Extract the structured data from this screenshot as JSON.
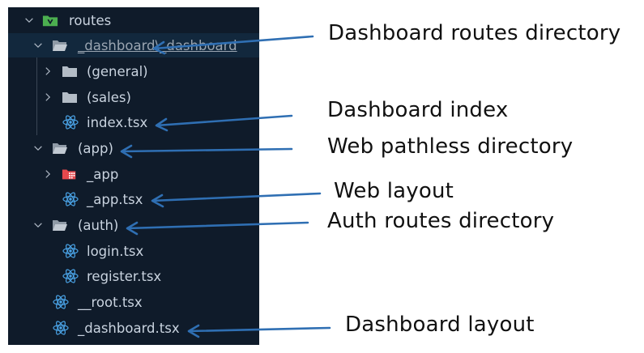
{
  "tree": {
    "routes": "routes",
    "dashboard_dir": "_dashboard\\_dashboard",
    "general": "(general)",
    "sales": "(sales)",
    "index_file": "index.tsx",
    "app_dir": "(app)",
    "app_sub": "_app",
    "app_file": "_app.tsx",
    "auth_dir": "(auth)",
    "login_file": "login.tsx",
    "register_file": "register.tsx",
    "root_file": "__root.tsx",
    "dashboard_file": "_dashboard.tsx"
  },
  "annotations": {
    "dashboard_routes": "Dashboard routes directory",
    "dashboard_index": "Dashboard index",
    "web_pathless": "Web pathless directory",
    "web_layout": "Web layout",
    "auth_routes": "Auth routes directory",
    "dashboard_layout": "Dashboard layout"
  },
  "colors": {
    "panel_bg": "#0f1b2a",
    "text": "#c9d3df",
    "react_icon": "#4aa3e6",
    "arrow": "#2f6fb3",
    "routes_icon": "#4caf50",
    "app_folder_icon": "#e5484d"
  }
}
